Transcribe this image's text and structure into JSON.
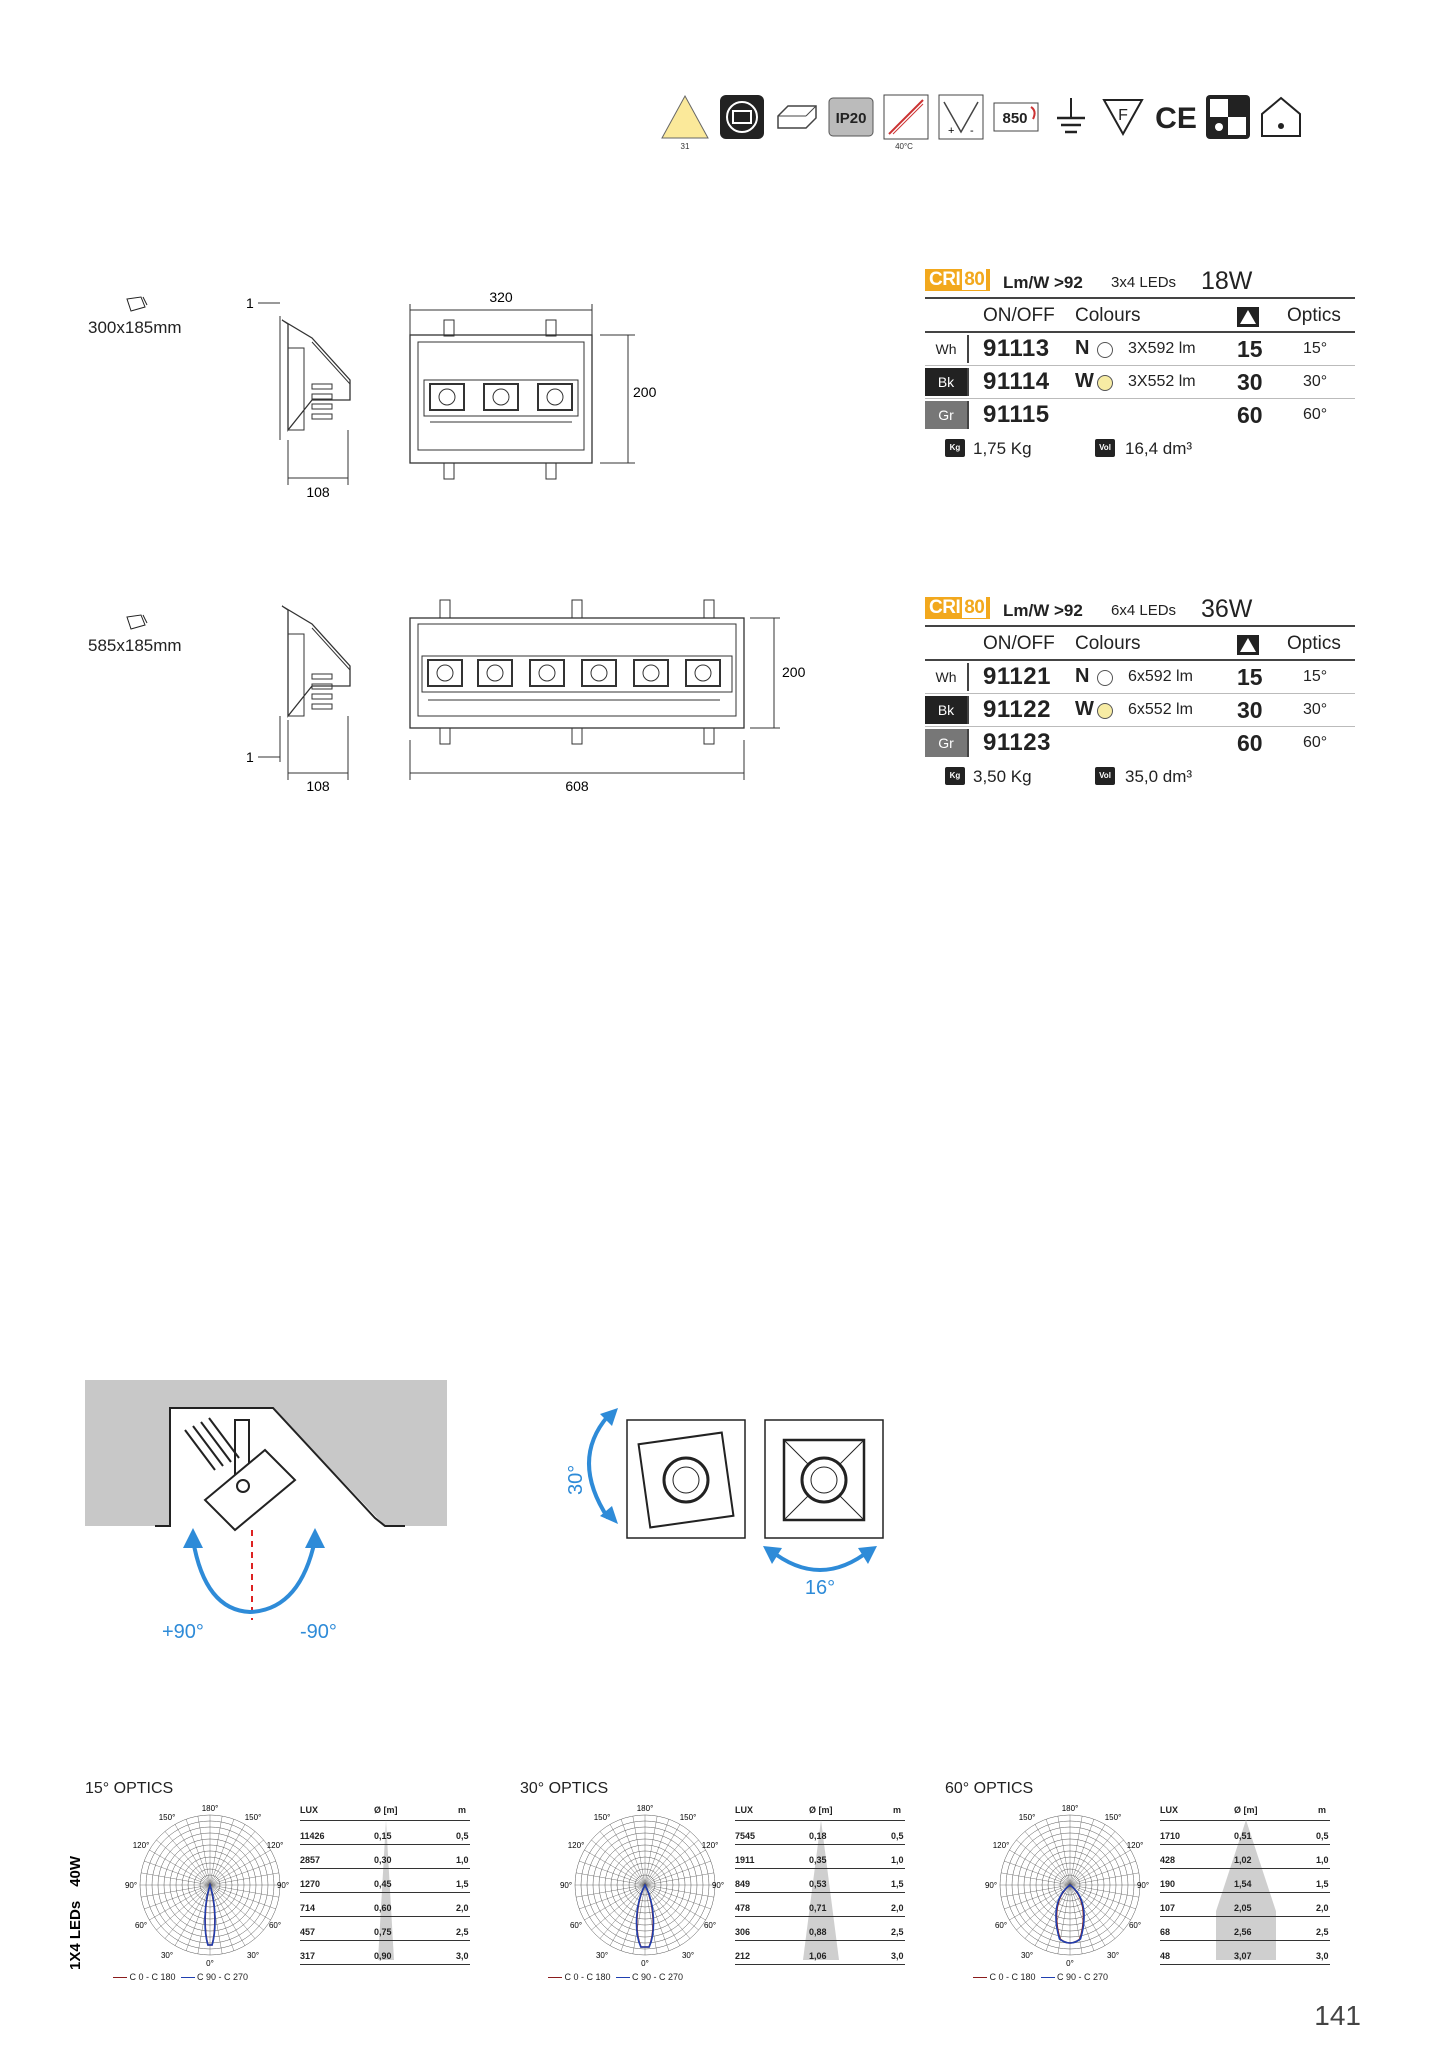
{
  "icons": {
    "items": [
      {
        "name": "light-triangle-icon",
        "sub": "31"
      },
      {
        "name": "driver-icon",
        "sub": ""
      },
      {
        "name": "remote-driver-icon",
        "sub": ""
      },
      {
        "name": "ip-rating-icon",
        "label": "IP20",
        "sub": ""
      },
      {
        "name": "temperature-icon",
        "sub": "40°C"
      },
      {
        "name": "dimmable-icon",
        "sub": ""
      },
      {
        "name": "colour-rendering-icon",
        "label": "850",
        "sub": ""
      },
      {
        "name": "earth-icon",
        "sub": ""
      },
      {
        "name": "f-mark-icon",
        "label": "F",
        "sub": ""
      },
      {
        "name": "ce-mark-icon",
        "label": "CE",
        "sub": ""
      },
      {
        "name": "class-icon",
        "sub": ""
      },
      {
        "name": "indoor-icon",
        "sub": ""
      }
    ]
  },
  "cutouts": [
    {
      "label": "300x185mm"
    },
    {
      "label": "585x185mm"
    }
  ],
  "drawing1": {
    "dim_top": "320",
    "dim_right": "200",
    "dim_bottom": "108",
    "dim_side": "1"
  },
  "drawing2": {
    "dim_bottom_long": "608",
    "dim_right": "200",
    "dim_bottom": "108",
    "dim_side": "1"
  },
  "spec1": {
    "cri": "CRI",
    "cri_num": "80",
    "lmw": "Lm/W >92",
    "leds": "3x4 LEDs",
    "watts": "18W",
    "col_onoff": "ON/OFF",
    "col_colours": "Colours",
    "col_optics": "Optics",
    "rows": [
      {
        "finish": "Wh",
        "code": "91113",
        "cl": "N",
        "lm": "3X592 lm",
        "opt": "15",
        "deg": "15°"
      },
      {
        "finish": "Bk",
        "code": "91114",
        "cl": "W",
        "lm": "3X552 lm",
        "opt": "30",
        "deg": "30°"
      },
      {
        "finish": "Gr",
        "code": "91115",
        "cl": "",
        "lm": "",
        "opt": "60",
        "deg": "60°"
      }
    ],
    "weight": "1,75 Kg",
    "volume": "16,4 dm³"
  },
  "spec2": {
    "cri": "CRI",
    "cri_num": "80",
    "lmw": "Lm/W >92",
    "leds": "6x4 LEDs",
    "watts": "36W",
    "col_onoff": "ON/OFF",
    "col_colours": "Colours",
    "col_optics": "Optics",
    "rows": [
      {
        "finish": "Wh",
        "code": "91121",
        "cl": "N",
        "lm": "6x592 lm",
        "opt": "15",
        "deg": "15°"
      },
      {
        "finish": "Bk",
        "code": "91122",
        "cl": "W",
        "lm": "6x552 lm",
        "opt": "30",
        "deg": "30°"
      },
      {
        "finish": "Gr",
        "code": "91123",
        "cl": "",
        "lm": "",
        "opt": "60",
        "deg": "60°"
      }
    ],
    "weight": "3,50 Kg",
    "volume": "35,0 dm³"
  },
  "tilt": {
    "plus": "+90°",
    "minus": "-90°",
    "rot": "30°",
    "swivel": "16°"
  },
  "photometry": {
    "side_label_a": "1X4 LEDs",
    "side_label_b": "40W",
    "legend_a": "C 0 - C 180",
    "legend_b": "C 90 - C 270",
    "col_lux": "LUX",
    "col_d": "Ø [m]",
    "col_m": "m",
    "panels": [
      {
        "title": "15° OPTICS",
        "rows": [
          [
            "11426",
            "0,15",
            "0,5"
          ],
          [
            "2857",
            "0,30",
            "1,0"
          ],
          [
            "1270",
            "0,45",
            "1,5"
          ],
          [
            "714",
            "0,60",
            "2,0"
          ],
          [
            "457",
            "0,75",
            "2,5"
          ],
          [
            "317",
            "0,90",
            "3,0"
          ]
        ]
      },
      {
        "title": "30° OPTICS",
        "rows": [
          [
            "7545",
            "0,18",
            "0,5"
          ],
          [
            "1911",
            "0,35",
            "1,0"
          ],
          [
            "849",
            "0,53",
            "1,5"
          ],
          [
            "478",
            "0,71",
            "2,0"
          ],
          [
            "306",
            "0,88",
            "2,5"
          ],
          [
            "212",
            "1,06",
            "3,0"
          ]
        ]
      },
      {
        "title": "60° OPTICS",
        "rows": [
          [
            "1710",
            "0,51",
            "0,5"
          ],
          [
            "428",
            "1,02",
            "1,0"
          ],
          [
            "190",
            "1,54",
            "1,5"
          ],
          [
            "107",
            "2,05",
            "2,0"
          ],
          [
            "68",
            "2,56",
            "2,5"
          ],
          [
            "48",
            "3,07",
            "3,0"
          ]
        ]
      }
    ]
  },
  "page_number": "141"
}
